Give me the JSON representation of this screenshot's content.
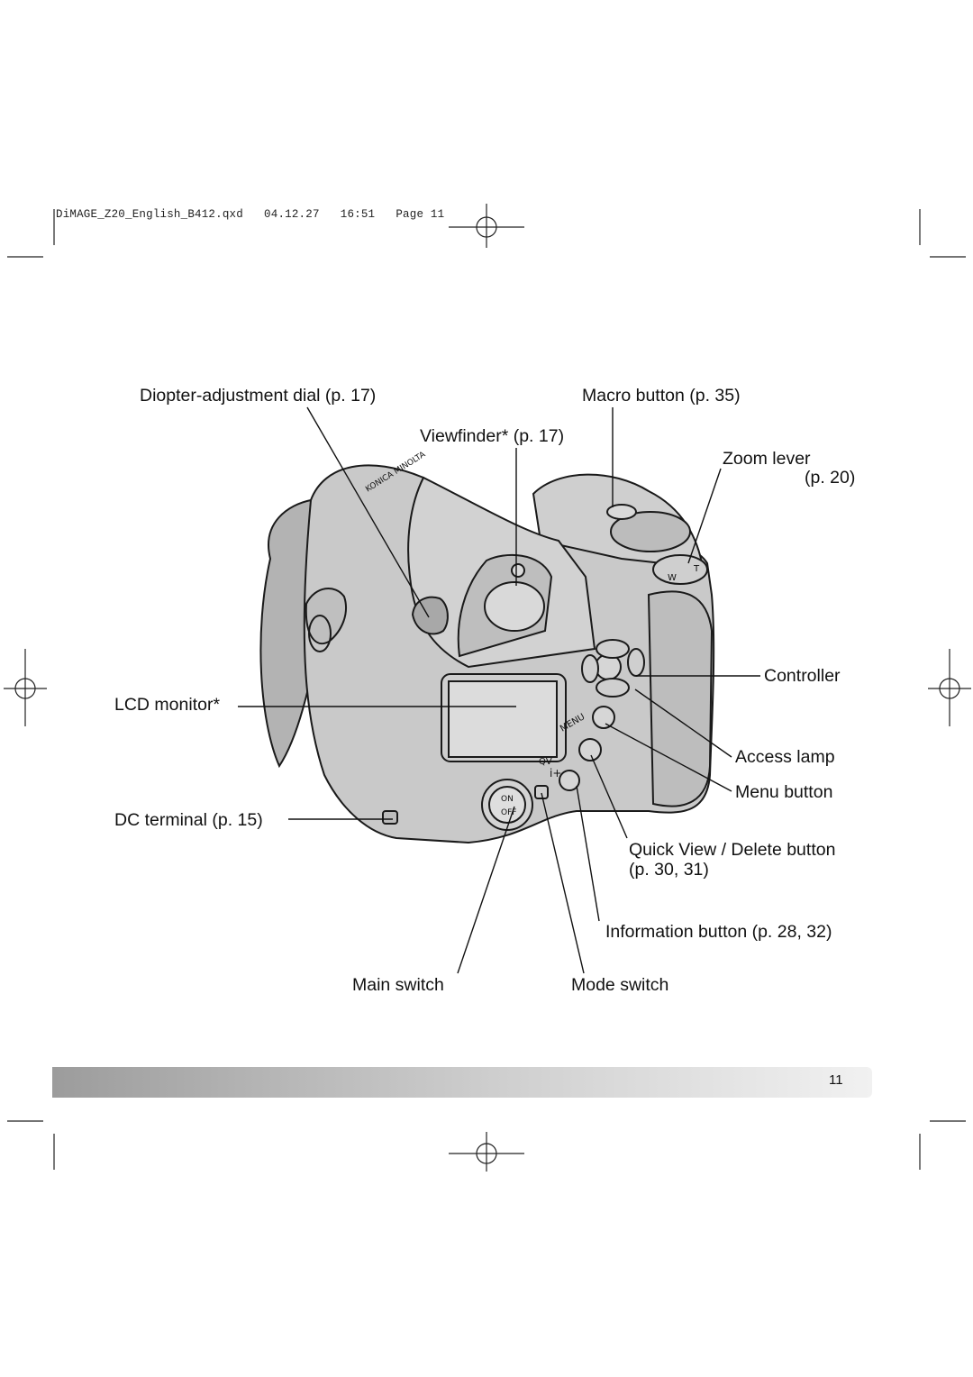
{
  "slug": "DiMAGE_Z20_English_B412.qxd   04.12.27   16:51   Page 11",
  "labels": {
    "diopter": "Diopter-adjustment dial (p. 17)",
    "macro": "Macro button (p. 35)",
    "viewfinder": "Viewfinder* (p. 17)",
    "zoom_lever": "Zoom lever",
    "zoom_page": "(p. 20)",
    "controller": "Controller",
    "lcd_monitor": "LCD monitor*",
    "access_lamp": "Access lamp",
    "menu_button": "Menu button",
    "dc_terminal": "DC terminal (p. 15)",
    "quick_view_delete": "Quick View / Delete button",
    "quick_view_pages": "(p. 30, 31)",
    "information_button": "Information button (p. 28, 32)",
    "main_switch": "Main switch",
    "mode_switch": "Mode switch"
  },
  "camera_markings": {
    "brand": "KONICA MINOLTA",
    "on": "ON",
    "off": "OFF",
    "menu": "MENU",
    "qv": "QV",
    "info": "i+",
    "zoom_w": "W",
    "zoom_t": "T"
  },
  "footer": {
    "page_number": "11"
  }
}
